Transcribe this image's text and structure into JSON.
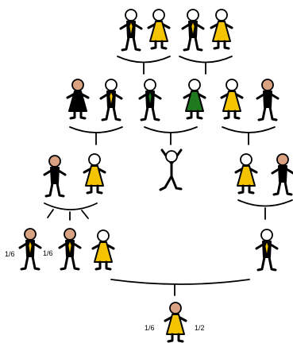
{
  "colors": {
    "outline": "#000000",
    "head_light": "#ffffff",
    "head_tan": "#d9a283",
    "yellow": "#f5c400",
    "green": "#1f7a1f",
    "white_body": "#ffffff",
    "black_body": "#000000"
  },
  "figures": [
    {
      "id": "g1",
      "kind": "man",
      "head": "light",
      "tie": "yellow"
    },
    {
      "id": "g2",
      "kind": "woman",
      "head": "light",
      "dress": "yellow"
    },
    {
      "id": "g3",
      "kind": "man",
      "head": "light",
      "tie": "yellow"
    },
    {
      "id": "g4",
      "kind": "woman",
      "head": "light",
      "dress": "yellow"
    },
    {
      "id": "p1",
      "kind": "woman",
      "head": "tan",
      "dress": "black"
    },
    {
      "id": "p2",
      "kind": "man",
      "head": "light",
      "tie": "yellow"
    },
    {
      "id": "p3",
      "kind": "man",
      "head": "light",
      "tie": "green"
    },
    {
      "id": "p4",
      "kind": "woman",
      "head": "light",
      "dress": "green"
    },
    {
      "id": "p5",
      "kind": "woman",
      "head": "light",
      "dress": "yellow"
    },
    {
      "id": "p6",
      "kind": "man",
      "head": "tan",
      "tie": "black"
    },
    {
      "id": "c1",
      "kind": "man",
      "head": "tan",
      "tie": "black"
    },
    {
      "id": "c2",
      "kind": "woman",
      "head": "light",
      "dress": "yellow"
    },
    {
      "id": "c3",
      "kind": "jump",
      "head": "light"
    },
    {
      "id": "c4",
      "kind": "woman",
      "head": "light",
      "dress": "yellow"
    },
    {
      "id": "c5",
      "kind": "man",
      "head": "tan",
      "tie": "black"
    },
    {
      "id": "k1",
      "kind": "man",
      "head": "tan",
      "tie": "yellow"
    },
    {
      "id": "k2",
      "kind": "man",
      "head": "tan",
      "tie": "yellow"
    },
    {
      "id": "k3",
      "kind": "woman",
      "head": "light",
      "dress": "yellow"
    },
    {
      "id": "k4",
      "kind": "man",
      "head": "light",
      "tie": "yellow"
    },
    {
      "id": "b1",
      "kind": "woman",
      "head": "tan",
      "dress": "yellow"
    }
  ],
  "labels": {
    "k1_share": "1/6",
    "k2_share": "1/6",
    "b1_left": "1/6",
    "b1_right": "1/2"
  }
}
